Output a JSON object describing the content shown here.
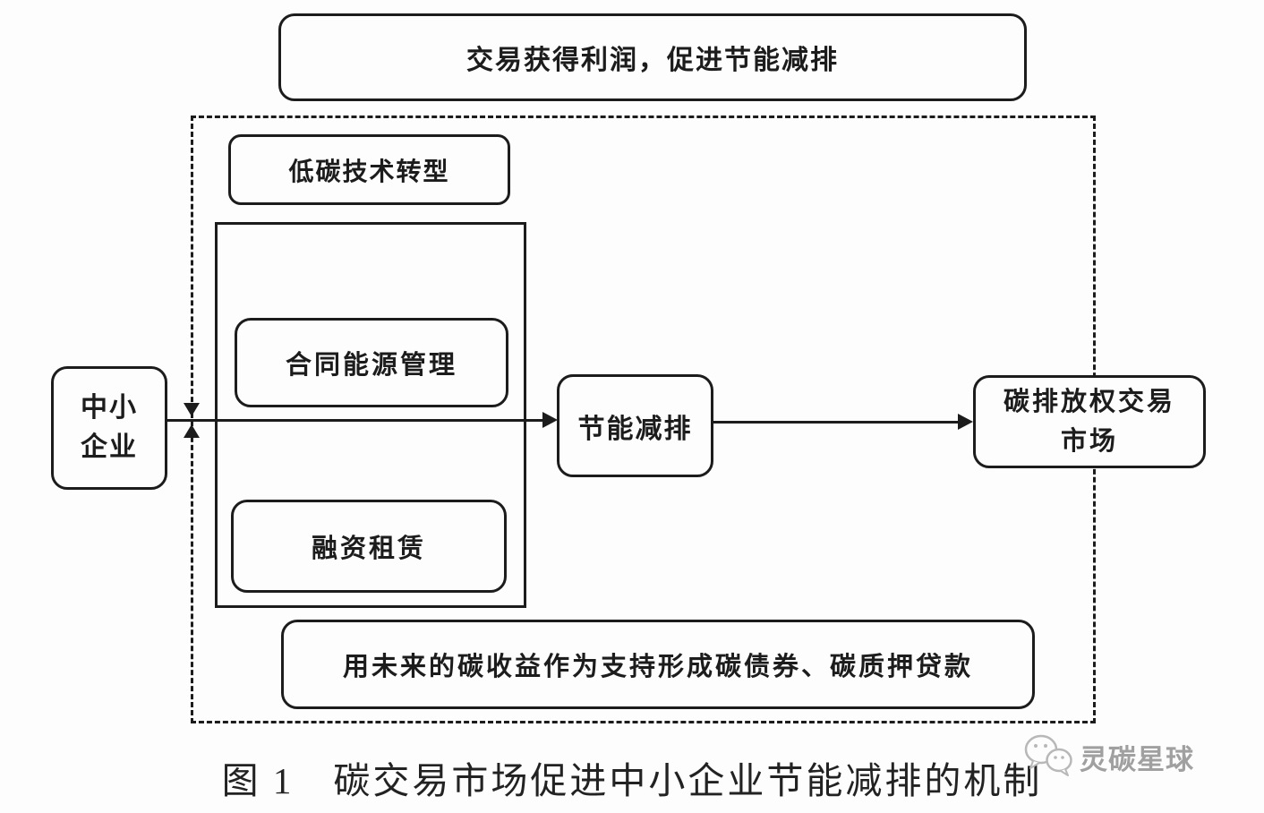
{
  "diagram": {
    "boxes": {
      "profit": "交易获得利润，促进节能减排",
      "low_carbon": "低碳技术转型",
      "contract_energy": "合同能源管理",
      "financing_lease": "融资租赁",
      "carbon_bond": "用未来的碳收益作为支持形成碳债券、碳质押贷款",
      "sme_line1": "中小",
      "sme_line2": "企业",
      "energy_saving": "节能减排",
      "carbon_market_line1": "碳排放权交易",
      "carbon_market_line2": "市场"
    },
    "caption": "图 1　碳交易市场促进中小企业节能减排的机制",
    "watermark": {
      "text": "灵碳星球",
      "logo": "wechat-bubbles-icon"
    },
    "colors": {
      "line": "#1c1c1c",
      "watermark_gray": "#a0a0a0",
      "background": "#fdfdfd"
    }
  }
}
